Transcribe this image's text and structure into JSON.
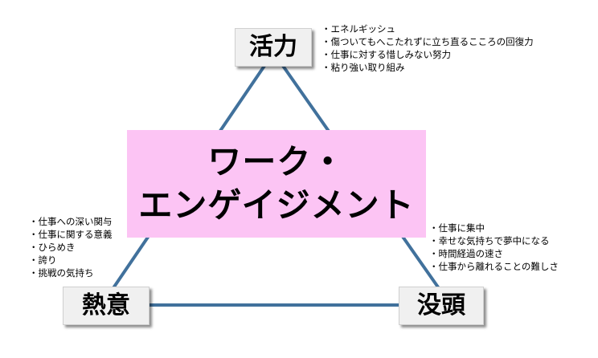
{
  "nodes": {
    "top": "活力",
    "left": "熱意",
    "right": "没頭"
  },
  "center": {
    "line1": "ワーク・",
    "line2": "エンゲイジメント"
  },
  "notes": {
    "top": [
      "エネルギッシュ",
      "傷ついてもへこたれずに立ち直るこころの回復力",
      "仕事に対する惜しみない努力",
      "粘り強い取り組み"
    ],
    "left": [
      "仕事への深い関与",
      "仕事に関する意義",
      "ひらめき",
      "誇り",
      "挑戦の気持ち"
    ],
    "right": [
      "仕事に集中",
      "幸せな気持ちで夢中になる",
      "時間経過の速さ",
      "仕事から離れることの難しさ"
    ]
  },
  "colors": {
    "edge": "#41719c",
    "center_fill": "#fcc4f4",
    "node_fill": "#f0f0f0"
  }
}
